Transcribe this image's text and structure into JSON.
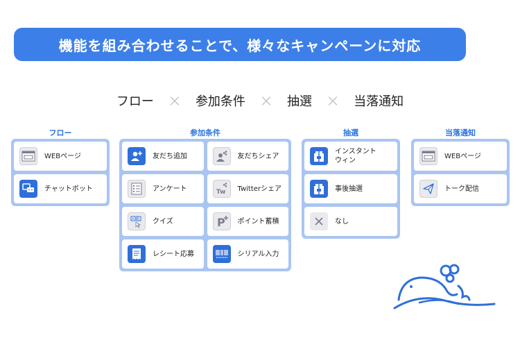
{
  "banner": {
    "text": "機能を組み合わせることで、様々なキャンペーンに対応"
  },
  "formula": {
    "terms": [
      "フロー",
      "参加条件",
      "抽選",
      "当落通知"
    ],
    "operator": "×"
  },
  "groups": {
    "flow": {
      "title": "フロー",
      "items": [
        {
          "label": "WEBページ",
          "icon": "web-page-icon"
        },
        {
          "label": "チャットボット",
          "icon": "chatbot-icon"
        }
      ]
    },
    "conditions": {
      "title": "参加条件",
      "items": [
        {
          "label": "友だち追加",
          "icon": "add-friend-icon"
        },
        {
          "label": "友だちシェア",
          "icon": "friend-share-icon"
        },
        {
          "label": "アンケート",
          "icon": "survey-icon"
        },
        {
          "label": "Twitterシェア",
          "icon": "twitter-share-icon"
        },
        {
          "label": "クイズ",
          "icon": "quiz-icon"
        },
        {
          "label": "ポイント蓄積",
          "icon": "points-icon"
        },
        {
          "label": "レシート応募",
          "icon": "receipt-icon"
        },
        {
          "label": "シリアル入力",
          "icon": "serial-code-icon"
        }
      ]
    },
    "lottery": {
      "title": "抽選",
      "items": [
        {
          "label": "インスタント",
          "label2": "ウィン",
          "icon": "instant-win-icon"
        },
        {
          "label": "事後抽選",
          "icon": "post-lottery-icon"
        },
        {
          "label": "なし",
          "icon": "none-icon"
        }
      ]
    },
    "notification": {
      "title": "当落通知",
      "items": [
        {
          "label": "WEBページ",
          "icon": "web-page-icon"
        },
        {
          "label": "トーク配信",
          "icon": "talk-delivery-icon"
        }
      ]
    }
  },
  "colors": {
    "accent": "#3d7fe8",
    "panel": "#a9c5f2",
    "title": "#2a72e0",
    "operator": "#b8b8b8"
  }
}
